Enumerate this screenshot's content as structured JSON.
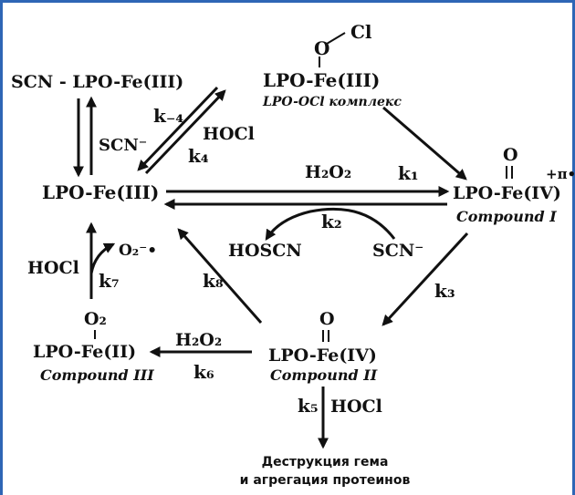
{
  "species": {
    "scn_complex": "SCN - LPO-Fe(III)",
    "lpo_fe3_left": "LPO-Fe(III)",
    "ocl_cl": "Cl",
    "ocl_o": "O",
    "lpo_fe3_top": "LPO-Fe(III)",
    "lpo_ocl_caption": "LPO-OCl комплекс",
    "compound1_o": "O",
    "compound1": "LPO-Fe(IV)",
    "compound1_charge": "+π•",
    "compound1_caption": "Compound I",
    "compound2_o": "O",
    "compound2": "LPO-Fe(IV)",
    "compound2_caption": "Compound II",
    "compound3_o2": "O₂",
    "compound3": "LPO-Fe(II)",
    "compound3_caption": "Compound III",
    "hoscn": "HOSCN",
    "scn_minus": "SCN⁻",
    "o2_radical": "O₂⁻•"
  },
  "reagents": {
    "scn_left": "SCN⁻",
    "hocl_km4": "HOCl",
    "h2o2_k1": "H₂O₂",
    "hocl_k7": "HOCl",
    "h2o2_k6": "H₂O₂",
    "hocl_k5": "HOCl"
  },
  "rates": {
    "k_minus4": "k₋₄",
    "k4": "k₄",
    "k1": "k₁",
    "k2": "k₂",
    "k3": "k₃",
    "k5": "k₅",
    "k6": "k₆",
    "k7": "k₇",
    "k8": "k₈"
  },
  "outcome": {
    "line1": "Деструкция гема",
    "line2": "и агрегация протеинов"
  },
  "colors": {
    "frame_border": "#2e66b5",
    "ink": "#111111"
  }
}
